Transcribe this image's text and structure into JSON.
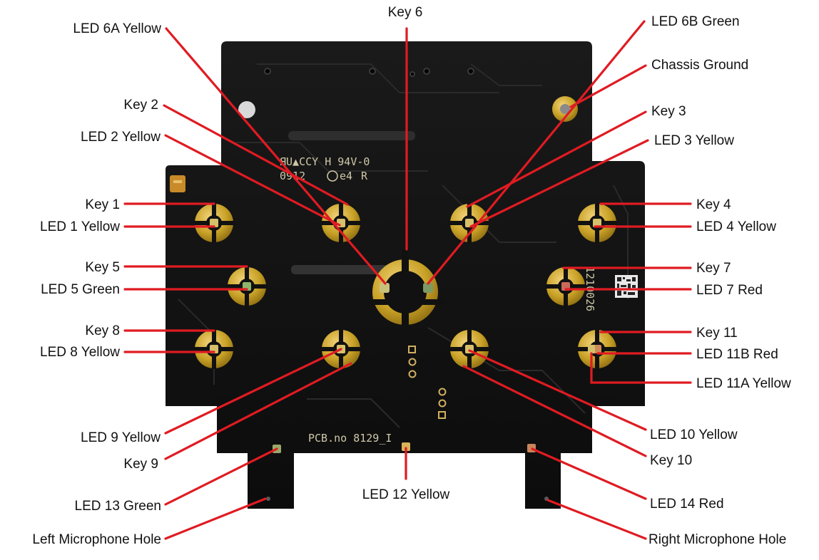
{
  "board_markings": {
    "ul_mark": "ЯU▲CCY H 94V-0",
    "date_code": "0912",
    "e4_mark": "e4",
    "r_mark": "R",
    "pcb_no": "PCB.no 8129_I",
    "serial_code": "1210026"
  },
  "colors": {
    "leader": "#e01b22",
    "board": "#111111",
    "gold_pad": "#c9a227"
  },
  "labels": {
    "led6a": "LED 6A Yellow",
    "key6": "Key 6",
    "led6b": "LED 6B Green",
    "chassis": "Chassis Ground",
    "key2": "Key 2",
    "key3": "Key 3",
    "led2": "LED 2 Yellow",
    "led3": "LED 3 Yellow",
    "key1": "Key 1",
    "led1": "LED 1 Yellow",
    "key4": "Key 4",
    "led4": "LED 4 Yellow",
    "key5": "Key 5",
    "led5": "LED 5 Green",
    "key7": "Key 7",
    "led7": "LED 7 Red",
    "key8": "Key 8",
    "led8": "LED 8 Yellow",
    "key11": "Key 11",
    "led11b": "LED 11B Red",
    "led11a": "LED 11A Yellow",
    "led9": "LED 9 Yellow",
    "key9": "Key 9",
    "led10": "LED 10 Yellow",
    "key10": "Key 10",
    "led13": "LED 13 Green",
    "led12": "LED 12 Yellow",
    "led14": "LED 14 Red",
    "left_mic": "Left Microphone Hole",
    "right_mic": "Right Microphone Hole"
  }
}
